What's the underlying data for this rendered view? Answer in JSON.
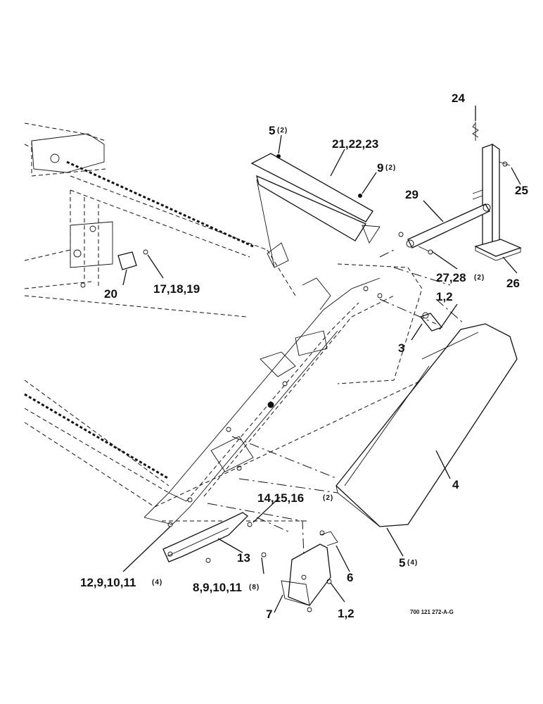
{
  "callouts": {
    "c24": "24",
    "c5_top": "5",
    "c5_top_qty": "(2)",
    "c21": "21,22,23",
    "c9": "9",
    "c9_qty": "(2)",
    "c25": "25",
    "c29": "29",
    "c20": "20",
    "c17": "17,18,19",
    "c27": "27,28",
    "c27_qty": "(2)",
    "c26": "26",
    "c1_top": "1,2",
    "c3": "3",
    "c4": "4",
    "c14": "14,15,16",
    "c14_qty": "(2)",
    "c5_bot": "5",
    "c5_bot_qty": "(4)",
    "c13": "13",
    "c12": "12,9,10,11",
    "c12_qty": "(4)",
    "c8": "8,9,10,11",
    "c8_qty": "(8)",
    "c6": "6",
    "c7": "7",
    "c1_bot": "1,2"
  },
  "drawing_code": "700 121 272-A-G"
}
